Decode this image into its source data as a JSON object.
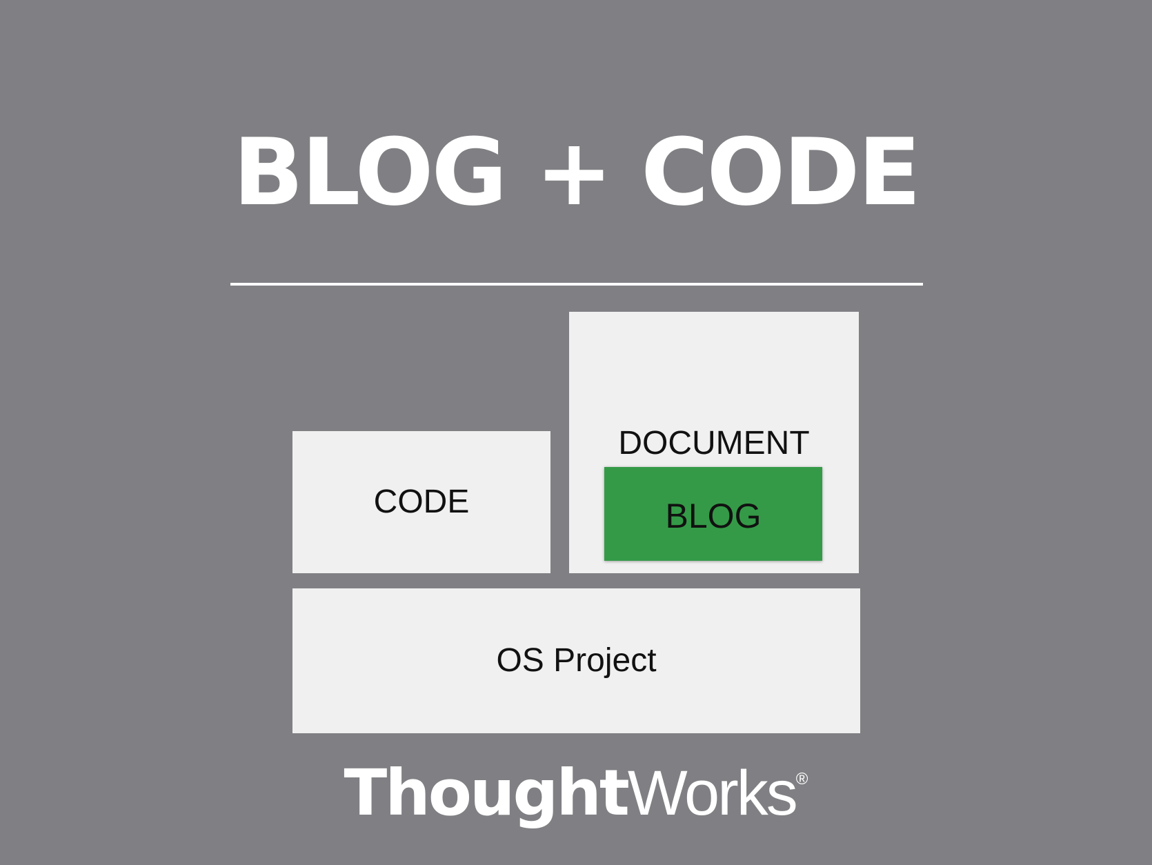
{
  "title": "BLOG + CODE",
  "diagram": {
    "code_label": "CODE",
    "document_label": "DOCUMENT",
    "blog_label": "BLOG",
    "os_project_label": "OS Project",
    "colors": {
      "background": "#808084",
      "box": "#f0f0f0",
      "blog": "#349a47",
      "text": "#111111"
    }
  },
  "logo": {
    "bold": "Thought",
    "light": "Works",
    "mark": "®"
  }
}
